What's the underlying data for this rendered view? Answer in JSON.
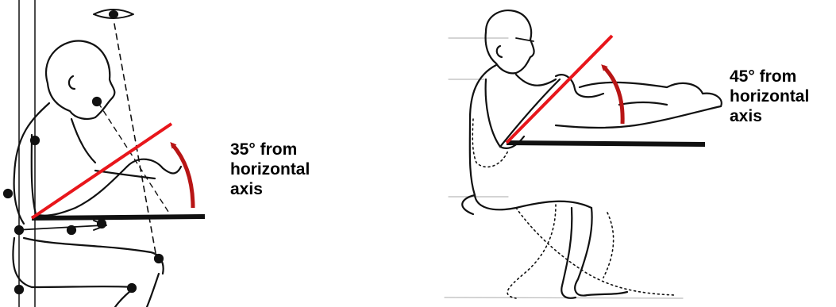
{
  "colors": {
    "angle_line": "#e8161b",
    "arrow": "#b81515",
    "ink": "#111111",
    "background": "#ffffff"
  },
  "left_panel": {
    "angle_label": [
      "35° from",
      "horizontal",
      "axis"
    ]
  },
  "right_panel": {
    "angle_label": [
      "45° from",
      "horizontal",
      "axis"
    ]
  }
}
